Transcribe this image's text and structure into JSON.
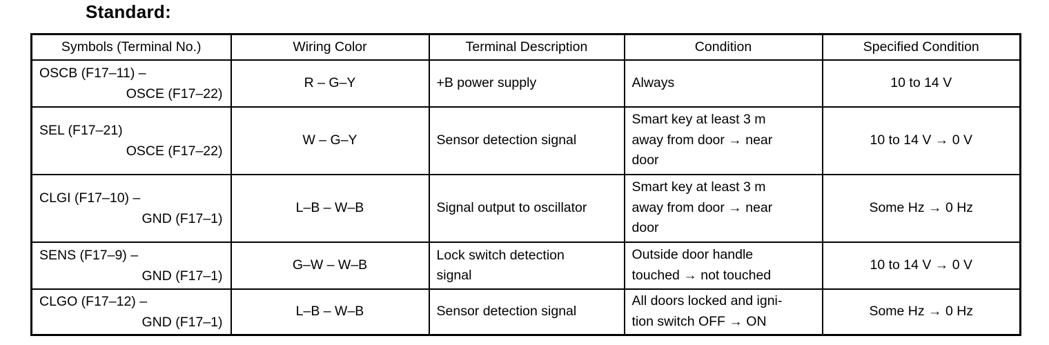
{
  "page": {
    "title": "Standard:"
  },
  "colors": {
    "text": "#000000",
    "border": "#000000",
    "background": "#ffffff"
  },
  "table": {
    "headers": [
      "Symbols (Terminal No.)",
      "Wiring Color",
      "Terminal Description",
      "Condition",
      "Specified Condition"
    ],
    "rows": [
      {
        "symbol_line1": "OSCB (F17–11) –",
        "symbol_line2": "OSCE (F17–22)",
        "wiring_color": "R – G–Y",
        "terminal_description": "+B power supply",
        "condition": "Always",
        "specified_condition": "10 to 14 V"
      },
      {
        "symbol_line1": "SEL (F17–21)",
        "symbol_line2": "OSCE (F17–22)",
        "wiring_color": "W – G–Y",
        "terminal_description": "Sensor detection signal",
        "condition": "Smart key at least 3 m\naway from door → near\ndoor",
        "specified_condition": "10 to 14 V → 0 V"
      },
      {
        "symbol_line1": "CLGI (F17–10) –",
        "symbol_line2": "GND (F17–1)",
        "wiring_color": "L–B – W–B",
        "terminal_description": "Signal output to oscillator",
        "condition": "Smart key at least 3 m\naway from door → near\ndoor",
        "specified_condition": "Some Hz → 0 Hz"
      },
      {
        "symbol_line1": "SENS (F17–9) –",
        "symbol_line2": "GND (F17–1)",
        "wiring_color": "G–W – W–B",
        "terminal_description": "Lock switch detection\nsignal",
        "condition": "Outside door handle\ntouched → not touched",
        "specified_condition": "10 to 14 V → 0 V"
      },
      {
        "symbol_line1": "CLGO (F17–12) –",
        "symbol_line2": "GND (F17–1)",
        "wiring_color": "L–B – W–B",
        "terminal_description": "Sensor detection signal",
        "condition": "All doors locked and igni-\ntion switch OFF → ON",
        "specified_condition": "Some Hz → 0 Hz"
      }
    ]
  }
}
